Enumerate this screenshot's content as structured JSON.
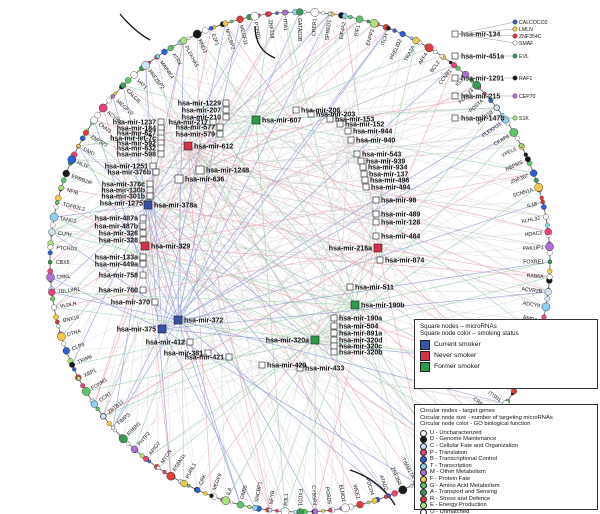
{
  "colors": {
    "current_smoker": "#3552a8",
    "never_smoker": "#d2334a",
    "former_smoker": "#2f9a4c",
    "edge_current": "#8f9ed8",
    "edge_never": "#f0a6b8",
    "edge_former": "#9ed6a8",
    "edge_none": "#c7c7c7"
  },
  "mirnas": [
    {
      "label": "hsa-mir-207",
      "status": "none"
    },
    {
      "label": "hsa-mir-210",
      "status": "none"
    },
    {
      "label": "hsa-mir-1229",
      "status": "none"
    },
    {
      "label": "hsa-mir-217",
      "status": "none"
    },
    {
      "label": "hsa-mir-577",
      "status": "none"
    },
    {
      "label": "hsa-mir-579",
      "status": "none"
    },
    {
      "label": "hsa-mir-607",
      "status": "former",
      "big": true
    },
    {
      "label": "hsa-mir-206",
      "status": "none"
    },
    {
      "label": "hsa-mir-203",
      "status": "none"
    },
    {
      "label": "hsa-mir-153",
      "status": "none"
    },
    {
      "label": "hsa-mir-152",
      "status": "none"
    },
    {
      "label": "hsa-mir-944",
      "status": "none"
    },
    {
      "label": "hsa-mir-940",
      "status": "none"
    },
    {
      "label": "hsa-mir-543",
      "status": "none"
    },
    {
      "label": "hsa-mir-939",
      "status": "none"
    },
    {
      "label": "hsa-mir-934",
      "status": "none"
    },
    {
      "label": "hsa-mir-137",
      "status": "none"
    },
    {
      "label": "hsa-mir-496",
      "status": "none"
    },
    {
      "label": "hsa-mir-494",
      "status": "none"
    },
    {
      "label": "hsa-mir-1237",
      "status": "none"
    },
    {
      "label": "hsa-mir-184",
      "status": "none"
    },
    {
      "label": "hsa-mir-627",
      "status": "none"
    },
    {
      "label": "hsa-mir-let-7c",
      "status": "none"
    },
    {
      "label": "hsa-mir-592",
      "status": "none"
    },
    {
      "label": "hsa-mir-632",
      "status": "none"
    },
    {
      "label": "hsa-mir-598",
      "status": "none"
    },
    {
      "label": "hsa-mir-612",
      "status": "never",
      "big": true
    },
    {
      "label": "hsa-mir-1251",
      "status": "none"
    },
    {
      "label": "hsa-mir-376b",
      "status": "none"
    },
    {
      "label": "hsa-mir-1248",
      "status": "none",
      "big": true
    },
    {
      "label": "hsa-mir-636",
      "status": "none",
      "big": true
    },
    {
      "label": "hsa-mir-376c",
      "status": "none"
    },
    {
      "label": "hsa-mir-130b",
      "status": "none"
    },
    {
      "label": "hsa-mir-301b",
      "status": "none"
    },
    {
      "label": "hsa-mir-1275",
      "status": "none"
    },
    {
      "label": "hsa-mir-378a",
      "status": "current",
      "big": true
    },
    {
      "label": "hsa-mir-98",
      "status": "none"
    },
    {
      "label": "hsa-mir-489",
      "status": "none"
    },
    {
      "label": "hsa-mir-128",
      "status": "none"
    },
    {
      "label": "hsa-mir-484",
      "status": "none"
    },
    {
      "label": "hsa-mir-487a",
      "status": "none"
    },
    {
      "label": "hsa-mir-487b",
      "status": "none"
    },
    {
      "label": "hsa-mir-326",
      "status": "none"
    },
    {
      "label": "hsa-mir-328",
      "status": "none"
    },
    {
      "label": "hsa-mir-329",
      "status": "never",
      "big": true
    },
    {
      "label": "hsa-mir-216a",
      "status": "never",
      "big": true
    },
    {
      "label": "hsa-mir-874",
      "status": "none"
    },
    {
      "label": "hsa-mir-133a",
      "status": "none"
    },
    {
      "label": "hsa-mir-449a",
      "status": "none"
    },
    {
      "label": "hsa-mir-758",
      "status": "none"
    },
    {
      "label": "hsa-mir-760",
      "status": "none"
    },
    {
      "label": "hsa-mir-370",
      "status": "none"
    },
    {
      "label": "hsa-mir-511",
      "status": "none"
    },
    {
      "label": "hsa-mir-190b",
      "status": "former",
      "big": true
    },
    {
      "label": "hsa-mir-372",
      "status": "current",
      "big": true
    },
    {
      "label": "hsa-mir-375",
      "status": "current",
      "big": true
    },
    {
      "label": "hsa-mir-412",
      "status": "none"
    },
    {
      "label": "hsa-mir-320a",
      "status": "former",
      "big": true
    },
    {
      "label": "hsa-mir-190a",
      "status": "none"
    },
    {
      "label": "hsa-mir-504",
      "status": "none"
    },
    {
      "label": "hsa-mir-891a",
      "status": "none"
    },
    {
      "label": "hsa-mir-320d",
      "status": "none"
    },
    {
      "label": "hsa-mir-320c",
      "status": "none"
    },
    {
      "label": "hsa-mir-320b",
      "status": "none"
    },
    {
      "label": "hsa-mir-381",
      "status": "none"
    },
    {
      "label": "hsa-mir-421",
      "status": "none"
    },
    {
      "label": "hsa-mir-429",
      "status": "none"
    },
    {
      "label": "hsa-mir-433",
      "status": "none"
    }
  ],
  "genes": [
    "SPRED1",
    "EIF4A2",
    "RIF1",
    "ENPP2",
    "ITCH",
    "PRELID2",
    "TRA2A",
    "AFF4",
    "BCL2",
    "CCNB1",
    "IGJ",
    "KLHL23",
    "POSTA",
    "ZBTB10",
    "PLEKHJ1",
    "CKAP4",
    "VPEL5",
    "RBPMS",
    "ZNF367",
    "SCNN1A",
    "IL18",
    "KLHL32",
    "HDAC2",
    "PAK1IP1",
    "FOXRE1",
    "RAB6A",
    "ACVR2B",
    "ADCY9",
    "BMP2",
    "ZNF831",
    "TMF1",
    "PHB",
    "ZNF330",
    "TPD52",
    "ITSN1",
    "CREB3L3",
    "BCL2L11",
    "TMC5",
    "IRF2",
    "TLR4",
    "EPT1",
    "TAOBP",
    "TIMM17A",
    "ZNF350",
    "ATAD2",
    "PDCD4",
    "WEE1",
    "ELMO1",
    "PGBD5",
    "CYB5R4",
    "FXCD1",
    "R3L1",
    "NFYB",
    "SNCBP1",
    "GNB5",
    "IL8",
    "MEGF9",
    "CRK",
    "PURL1",
    "RSBN1L",
    "MYCN",
    "ARID2",
    "PHTF2",
    "RSBN1",
    "TIMP3",
    "ZBTB11",
    "CCR7",
    "FOXM1",
    "XBP1",
    "TRIM6",
    "CLP3",
    "DTNA",
    "BNX16",
    "VLDLR",
    "TBL1XR1",
    "CRKL",
    "CBX5",
    "PTCHD2",
    "CLPH",
    "TANC2",
    "TGFB2L2",
    "NFIB",
    "ERBB2IP",
    "HLTF",
    "DMD",
    "ZNF323",
    "CNN3",
    "ACVR1",
    "MEGF10",
    "CALCR",
    "VAT1",
    "PRF2BP2",
    "MAP4K4",
    "ATRX",
    "PLEKHA5",
    "RND3",
    "E2F1",
    "MYCBP2",
    "MEGF11",
    "PTPRD",
    "ZNF318",
    "ITIA1",
    "GATAD2B",
    "CRER1"
  ],
  "isolated": {
    "mirs": [
      "hsa-mir-134",
      "hsa-mir-451a",
      "hsa-mir-1291",
      "hsa-mir-215",
      "hsa-mir-147b"
    ],
    "targets": [
      [
        "CALCOCO2",
        "LMLN",
        "ZNF354C",
        "SMAF"
      ],
      [
        "EVL"
      ],
      [
        "RAF1"
      ],
      [
        "CEP70"
      ],
      [
        "S1K"
      ]
    ]
  },
  "legend_mir": {
    "title": "Square nodes – microRNAs",
    "subtitle": "Square node color – smoking status",
    "items": [
      {
        "label": "Current smoker",
        "key": "current"
      },
      {
        "label": "Never smoker",
        "key": "never"
      },
      {
        "label": "Former smoker",
        "key": "former"
      }
    ]
  },
  "legend_gene": {
    "lines": [
      "Circular nodes - target genes",
      "Circular node size - number of targeting microRNAs",
      "Circular node color - GO biological function"
    ],
    "items": [
      {
        "label": "U - Uncharacterized",
        "color": "#ffffff"
      },
      {
        "label": "D - Genome Maintenance",
        "color": "#1a1a1a"
      },
      {
        "label": "C - Cellular Fate and Organization",
        "color": "#cfe3f5"
      },
      {
        "label": "P - Translation",
        "color": "#e8437c"
      },
      {
        "label": "B - Transcriptional Control",
        "color": "#2e5fd3"
      },
      {
        "label": "T - Transcription",
        "color": "#8fd0f0"
      },
      {
        "label": "M - Other Metabolism",
        "color": "#b06fd8"
      },
      {
        "label": "F - Protein Fate",
        "color": "#f2c94c"
      },
      {
        "label": "G - Amino Acid Metabolism",
        "color": "#5cc46a"
      },
      {
        "label": "A - Transport and Sensing",
        "color": "#3a9c54"
      },
      {
        "label": "R - Stress and Defence",
        "color": "#e23b3b"
      },
      {
        "label": "E - Energy Production",
        "color": "#a9e07a"
      },
      {
        "label": "O - Unmatched",
        "color": "#ffffff"
      }
    ]
  }
}
